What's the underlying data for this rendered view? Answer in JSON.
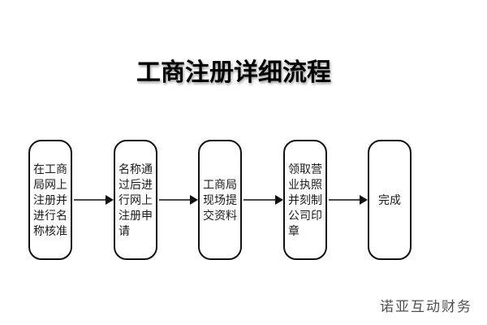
{
  "title": "工商注册详细流程",
  "watermark": "诺亚互动财务",
  "flow": {
    "steps": [
      {
        "label": "在工商\n局网上\n注册并\n进行名\n称核准"
      },
      {
        "label": "名称通\n过后进\n行网上\n注册申\n请"
      },
      {
        "label": "工商局\n现场提\n交资料"
      },
      {
        "label": "领取营\n业执照\n并刻制\n公司印\n章"
      },
      {
        "label": "完成"
      }
    ]
  },
  "colors": {
    "background": "#ffffff",
    "box_border": "#111111",
    "box_text": "#1a1a1a",
    "arrow_line": "#4a4a4a",
    "arrow_head": "#111111",
    "title_text": "#000000",
    "watermark_text": "#4f4f4f"
  }
}
